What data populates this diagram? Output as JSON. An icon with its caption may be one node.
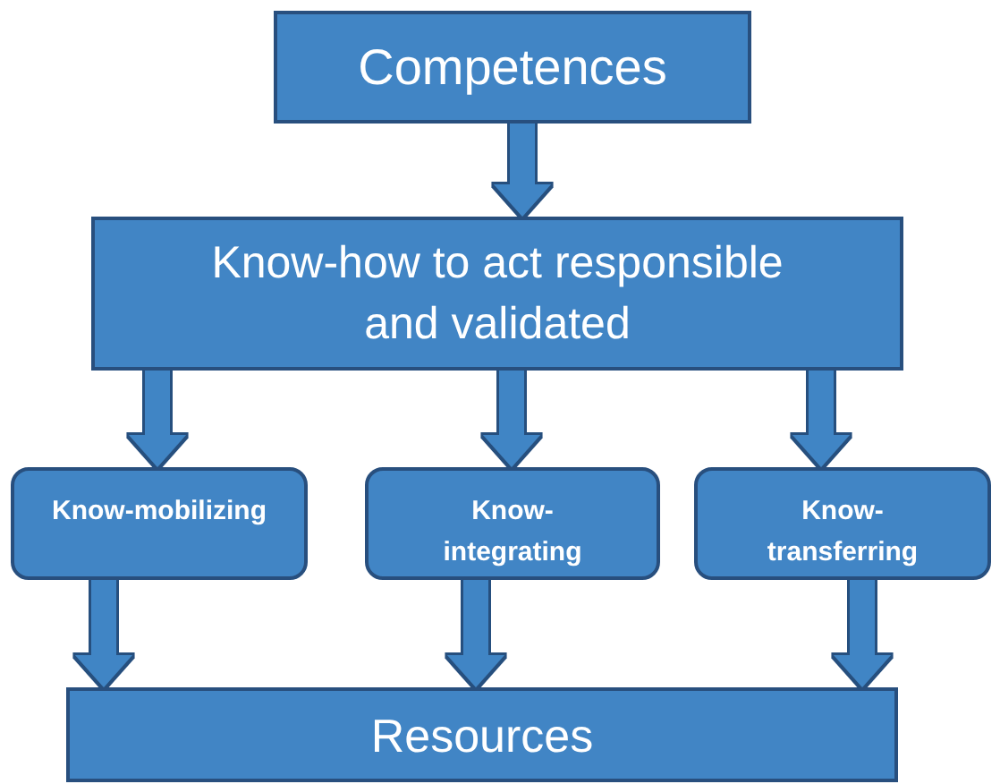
{
  "diagram": {
    "nodes": [
      {
        "text": [
          "Competences"
        ]
      },
      {
        "text": [
          "Know-how to act responsible and validated"
        ]
      },
      {
        "text": [
          "Know-mobilizing"
        ]
      },
      {
        "text": [
          "Know-integrating"
        ]
      },
      {
        "text": [
          "Know-transferring"
        ]
      },
      {
        "text": [
          "Resources"
        ]
      }
    ],
    "edges": [
      {
        "from": 0,
        "to": 1,
        "arrow": "to"
      },
      {
        "from": 1,
        "to": 2,
        "arrow": "to"
      },
      {
        "from": 1,
        "to": 3,
        "arrow": "to"
      },
      {
        "from": 1,
        "to": 4,
        "arrow": "to"
      },
      {
        "from": 2,
        "to": 5,
        "arrow": "to"
      },
      {
        "from": 3,
        "to": 5,
        "arrow": "to"
      },
      {
        "from": 4,
        "to": 5,
        "arrow": "to"
      }
    ]
  }
}
